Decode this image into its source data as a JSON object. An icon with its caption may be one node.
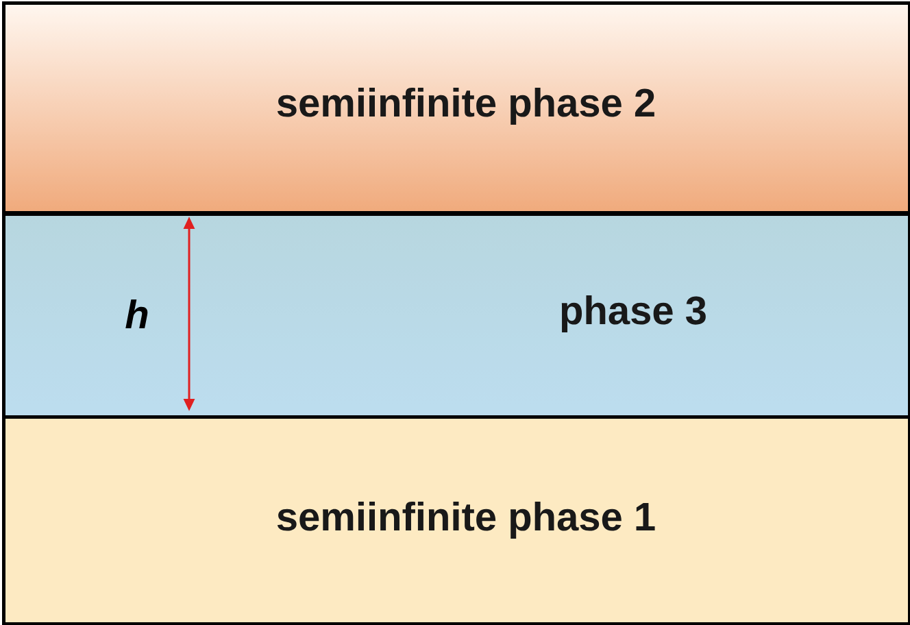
{
  "diagram": {
    "nodes": [
      {
        "text": [
          "semiinfinite phase 2"
        ]
      },
      {
        "text": [
          "phase 3"
        ]
      },
      {
        "text": [
          "semiinfinite phase 1"
        ]
      }
    ],
    "labels": [
      "h"
    ]
  }
}
